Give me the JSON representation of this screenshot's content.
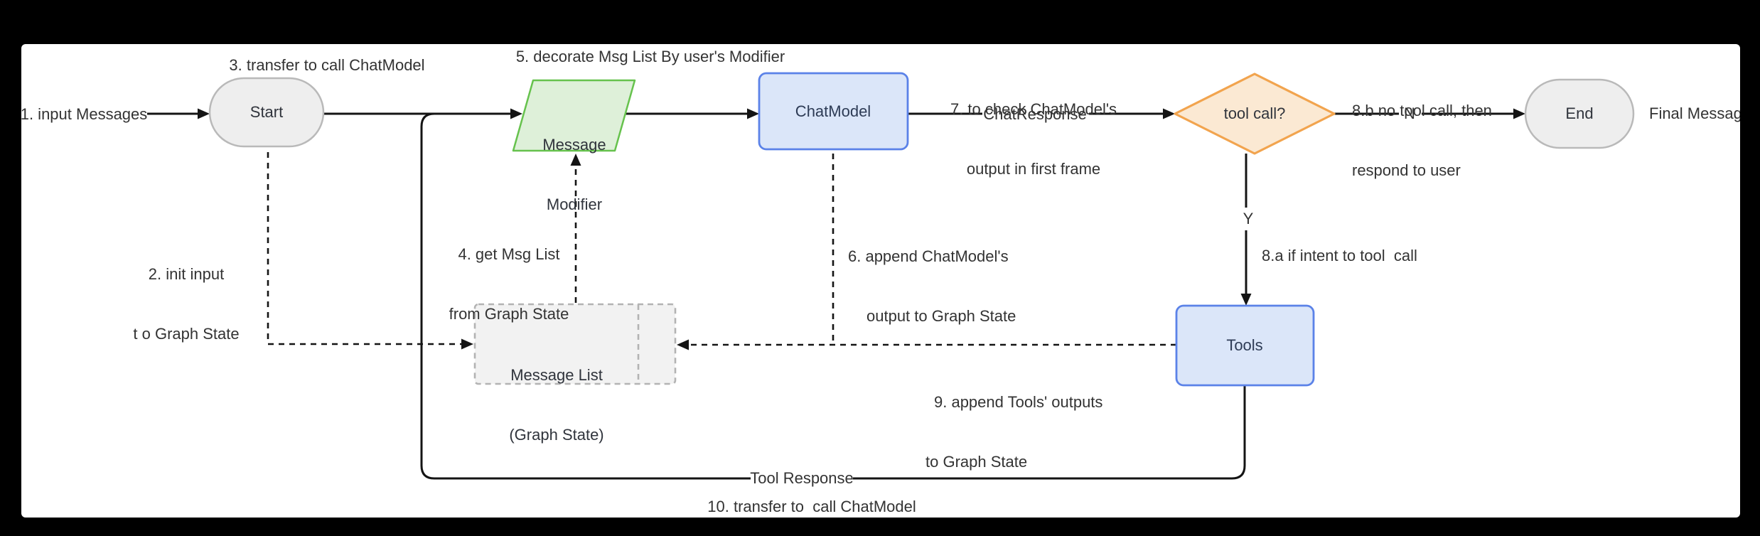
{
  "diagram": {
    "nodes": {
      "start": "Start",
      "message_modifier_line1": "Message",
      "message_modifier_line2": "Modifier",
      "chat_model": "ChatModel",
      "tool_call_decision": "tool call?",
      "end": "End",
      "message_list_line1": "Message List",
      "message_list_line2": "(Graph State)",
      "tools": "Tools"
    },
    "edge_labels": {
      "step1": "1. input Messages",
      "step2_line1": "2. init input",
      "step2_line2": "t o Graph State",
      "step3": "3. transfer to call ChatModel",
      "step4_line1": "4. get Msg List",
      "step4_line2": "from Graph State",
      "step5": "5. decorate Msg List By user's Modifier",
      "step6_line1": "6. append ChatModel's",
      "step6_line2": "output to Graph State",
      "step7_line1": "7. to check ChatModel's",
      "step7_line2": "output in first frame",
      "chat_response": "ChatResponse",
      "step8a": "8.a if intent to tool  call",
      "step8b_line1": "8.b no tool call, then",
      "step8b_line2": "respond to user",
      "yes": "Y",
      "no": "N",
      "step9_line1": "9. append Tools' outputs",
      "step9_line2": "to Graph State",
      "step10": "10. transfer to  call ChatModel",
      "tool_response": "Tool Response",
      "final_message": "Final Message"
    },
    "colors": {
      "background": "#000000",
      "canvas": "#ffffff",
      "line": "#141414",
      "text": "#333333",
      "terminator_fill": "#eeeeee",
      "terminator_border": "#b9b9b9",
      "modifier_fill": "#def0d9",
      "modifier_border": "#66c24d",
      "model_fill": "#dbe6f9",
      "model_border": "#5b82e8",
      "decision_fill": "#fbe9d3",
      "decision_border": "#f2a44e",
      "state_fill": "#f2f2f2",
      "state_border": "#b3b3b3"
    }
  }
}
